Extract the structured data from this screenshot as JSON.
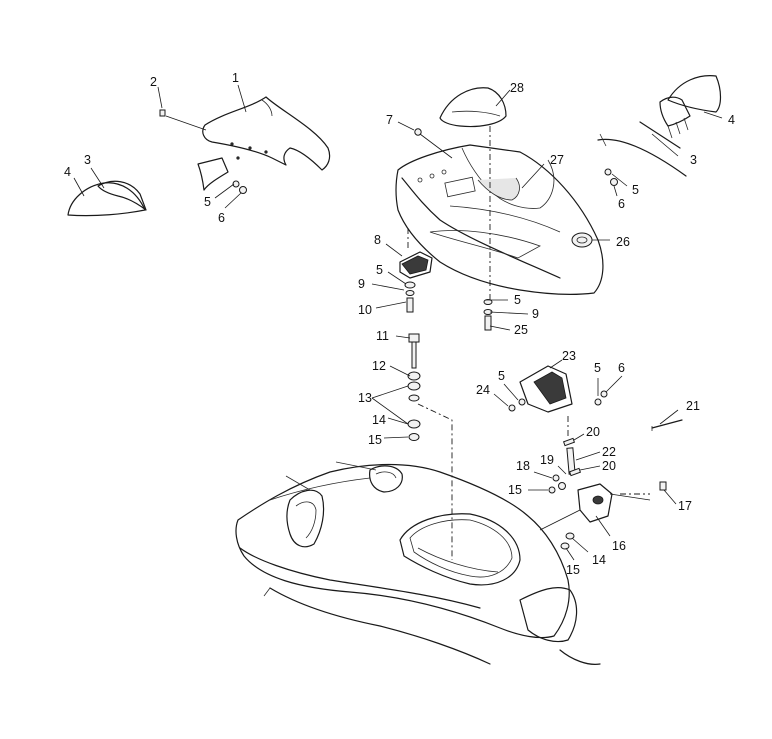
{
  "callouts": [
    {
      "id": "c1",
      "text": "1"
    },
    {
      "id": "c2",
      "text": "2"
    },
    {
      "id": "c3a",
      "text": "3"
    },
    {
      "id": "c4a",
      "text": "4"
    },
    {
      "id": "c5a",
      "text": "5"
    },
    {
      "id": "c6a",
      "text": "6"
    },
    {
      "id": "c7",
      "text": "7"
    },
    {
      "id": "c28",
      "text": "28"
    },
    {
      "id": "c27",
      "text": "27"
    },
    {
      "id": "c4b",
      "text": "4"
    },
    {
      "id": "c3b",
      "text": "3"
    },
    {
      "id": "c5b",
      "text": "5"
    },
    {
      "id": "c6b",
      "text": "6"
    },
    {
      "id": "c26",
      "text": "26"
    },
    {
      "id": "c8",
      "text": "8"
    },
    {
      "id": "c5c",
      "text": "5"
    },
    {
      "id": "c9a",
      "text": "9"
    },
    {
      "id": "c10",
      "text": "10"
    },
    {
      "id": "c5d",
      "text": "5"
    },
    {
      "id": "c9b",
      "text": "9"
    },
    {
      "id": "c25",
      "text": "25"
    },
    {
      "id": "c11",
      "text": "11"
    },
    {
      "id": "c12",
      "text": "12"
    },
    {
      "id": "c13",
      "text": "13"
    },
    {
      "id": "c14a",
      "text": "14"
    },
    {
      "id": "c15a",
      "text": "15"
    },
    {
      "id": "c23",
      "text": "23"
    },
    {
      "id": "c5e",
      "text": "5"
    },
    {
      "id": "c24",
      "text": "24"
    },
    {
      "id": "c5f",
      "text": "5"
    },
    {
      "id": "c6c",
      "text": "6"
    },
    {
      "id": "c21",
      "text": "21"
    },
    {
      "id": "c20a",
      "text": "20"
    },
    {
      "id": "c22",
      "text": "22"
    },
    {
      "id": "c19",
      "text": "19"
    },
    {
      "id": "c18",
      "text": "18"
    },
    {
      "id": "c20b",
      "text": "20"
    },
    {
      "id": "c15b",
      "text": "15"
    },
    {
      "id": "c17",
      "text": "17"
    },
    {
      "id": "c16",
      "text": "16"
    },
    {
      "id": "c14b",
      "text": "14"
    },
    {
      "id": "c15c",
      "text": "15"
    }
  ]
}
